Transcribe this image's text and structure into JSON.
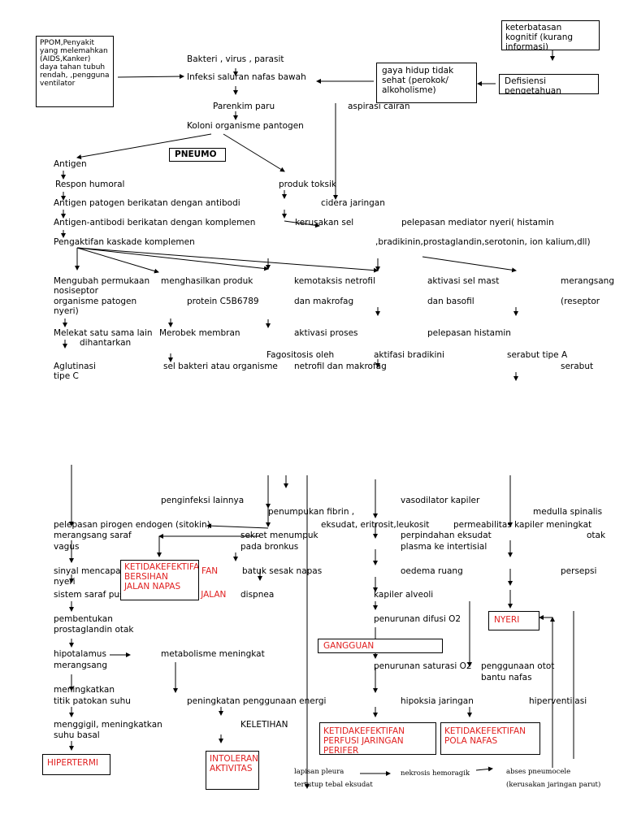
{
  "boxes": {
    "ppom": "PPOM,Penyakit yang melemahkan (AIDS,Kanker) daya tahan tubuh rendah, ,pengguna ventilator",
    "keterbatasan": "keterbatasan kognitif (kurang informasi)",
    "gaya_hidup": "gaya hidup tidak sehat (perokok/ alkoholisme)",
    "defisiensi": "Defisiensi pengetahuan",
    "pneumo": "PNEUMO"
  },
  "top": {
    "bakteri": "Bakteri  , virus  , parasit",
    "infeksi": "Infeksi saluran nafas bawah",
    "parenkim": "Parenkim paru",
    "aspirasi": "aspirasi cairan",
    "koloni": "Koloni organisme pantogen",
    "antigen": "Antigen",
    "respon": "Respon humoral",
    "produk_toksik": "produk toksik",
    "antigen_patogen": "Antigen patogen berikatan dengan antibodi",
    "cidera": "cidera jaringan",
    "antigen_antibodi": "Antigen-antibodi berikatan dengan komplemen",
    "kerusakan": "kerusakan sel",
    "pelepasan_mediator": "pelepasan mediator nyeri( histamin",
    "pengaktifan": "Pengaktifan kaskade komplemen",
    "bradikinin": ",bradikinin,prostaglandin,serotonin, ion kalium,dll)"
  },
  "grid": {
    "r1": [
      "Mengubah permukaan",
      "menghasilkan produk",
      "kemotaksis netrofil",
      "aktivasi sel mast",
      "merangsang"
    ],
    "r1b": "nosiseptor",
    "r2": [
      "organisme patogen",
      "protein C5B6789",
      "dan makrofag",
      "dan basofil",
      "(reseptor"
    ],
    "r2b": "nyeri)",
    "r3": [
      "Melekat satu sama lain",
      "Merobek membran",
      "aktivasi proses",
      "pelepasan histamin"
    ],
    "r3b": "dihantarkan",
    "r4": [
      "Fagositosis oleh",
      "aktifasi bradikini",
      "serabut tipe A"
    ],
    "r5": [
      "Aglutinasi",
      "sel bakteri atau organisme",
      "netrofil dan makrofag",
      "serabut"
    ],
    "r5b": "tipe C"
  },
  "lower": {
    "penginfeksi": "penginfeksi lainnya",
    "vasodilator": "vasodilator kapiler",
    "medulla": "medulla spinalis",
    "penumpukan": "penumpukan fibrin ,",
    "pelepasan_pirogen": "pelepasan pirogen endogen (sitokin)",
    "eksudat": "eksudat, eritrosit,leukosit",
    "permeabilitas": "permeabilitas kapiler meningkat",
    "merangsang_saraf": "merangsang saraf",
    "sekret": "sekret menumpuk",
    "perpindahan": "perpindahan eksudat",
    "otak": "otak",
    "vagus": "vagus",
    "pada_bronkus": "pada bronkus",
    "plasma": "plasma ke intertisial",
    "sinyal": "sinyal mencapai",
    "batuk": "batuk sesak napas",
    "oedema": "oedema ruang",
    "persepsi": "persepsi",
    "nyeri": "nyeri",
    "sistem_saraf": "sistem saraf pusat",
    "jalan": "N JALAN",
    "fan": "FAN",
    "dispnea": "dispnea",
    "kapiler_alveoli": "kapiler alveoli",
    "pembentukan": "pembentukan",
    "prostaglandin": "prostaglandin otak",
    "penurunan_difusi": "penurunan difusi O2",
    "hipotalamus": "hipotalamus",
    "metabolisme": "metabolisme meningkat",
    "merangsang": "merangsang",
    "penurunan_saturasi": "penurunan saturasi O2",
    "penggunaan_otot": "penggunaan otot",
    "bantu_nafas": "bantu nafas",
    "meningkatkan": "meningkatkan",
    "titik": "titik patokan suhu",
    "peningkatan": "peningkatan penggunaan energi",
    "hipoksia": "hipoksia jaringan",
    "hiperventilasi": "hiperventilasi",
    "menggigil": "menggigil, meningkatkan",
    "suhu_basal": "suhu basal",
    "keletihan": "KELETIHAN",
    "lapisan": "lapisan pleura",
    "tertutup": "tertutup tebal eksudat",
    "nekrosis": "nekrosis hemoragik",
    "abses": "abses pneumocele",
    "kerusakan_jaringan": "(kerusakan jaringan parut)"
  },
  "diagnoses": {
    "ketidakefektifan_bersihan": "KETIDAKEFEKTIFAN BERSIHAN JALAN NAPAS",
    "gangguan": "GANGGUAN",
    "nyeri": "NYERI",
    "perfusi": "KETIDAKEFEKTIFAN PERFUSI JARINGAN PERIFER",
    "pola_nafas": "KETIDAKEFEKTIFAN POLA NAFAS",
    "hipertermi": "HIPERTERMI",
    "intoleransi": "INTOLERANSI AKTIVITAS"
  }
}
